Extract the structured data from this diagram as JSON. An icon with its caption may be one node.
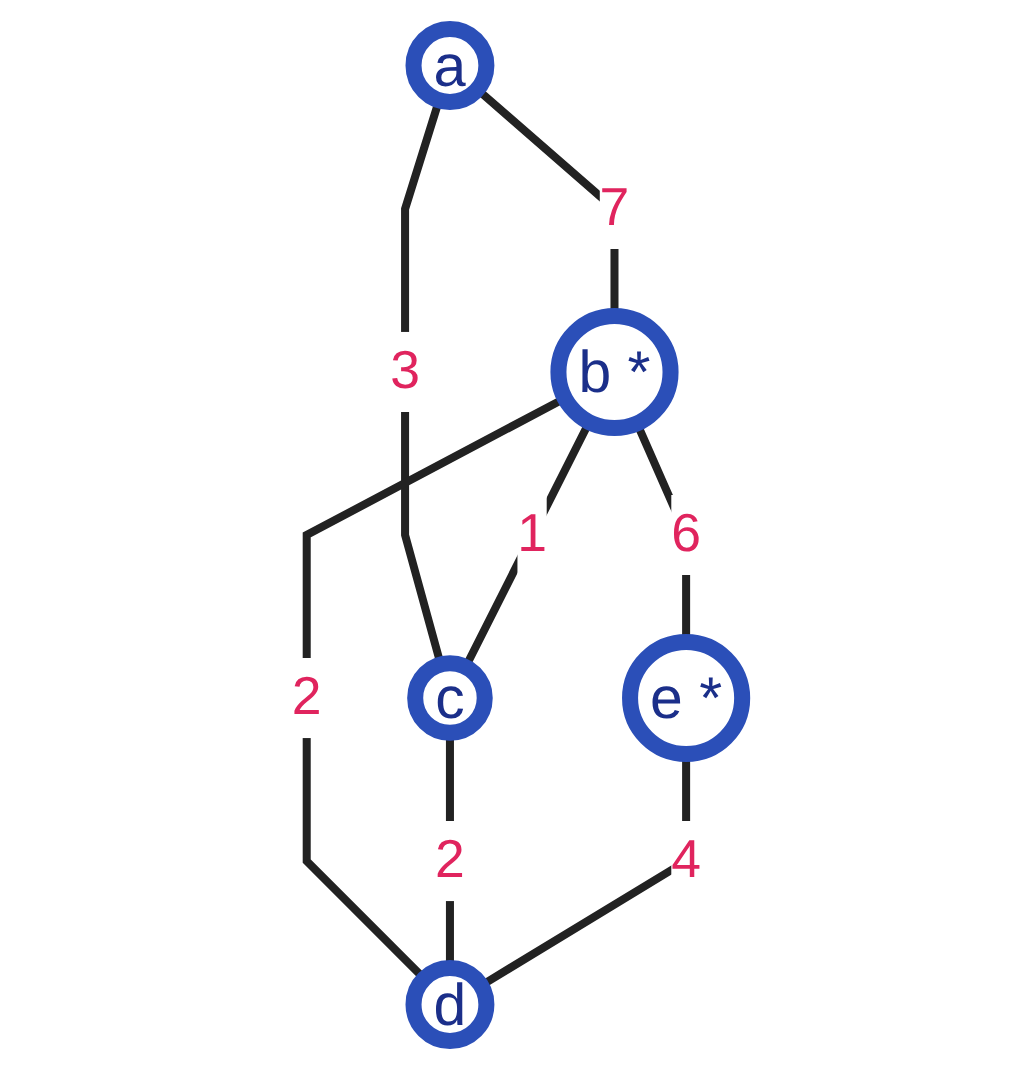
{
  "diagram": {
    "nodes": [
      {
        "text": [
          "a"
        ]
      },
      {
        "text": [
          "b",
          "*"
        ]
      },
      {
        "text": [
          "c"
        ]
      },
      {
        "text": [
          "d"
        ]
      },
      {
        "text": [
          "e",
          "*"
        ]
      }
    ],
    "edges": [
      {
        "from": 0,
        "to": 1,
        "arrow": "none",
        "label": "7"
      },
      {
        "from": 0,
        "to": 2,
        "arrow": "none",
        "label": "3"
      },
      {
        "from": 1,
        "to": 2,
        "arrow": "none",
        "label": "1"
      },
      {
        "from": 1,
        "to": 4,
        "arrow": "none",
        "label": "6"
      },
      {
        "from": 1,
        "to": 3,
        "arrow": "none",
        "label": "2"
      },
      {
        "from": 2,
        "to": 3,
        "arrow": "none",
        "label": "2"
      },
      {
        "from": 4,
        "to": 3,
        "arrow": "none",
        "label": "4"
      }
    ]
  }
}
